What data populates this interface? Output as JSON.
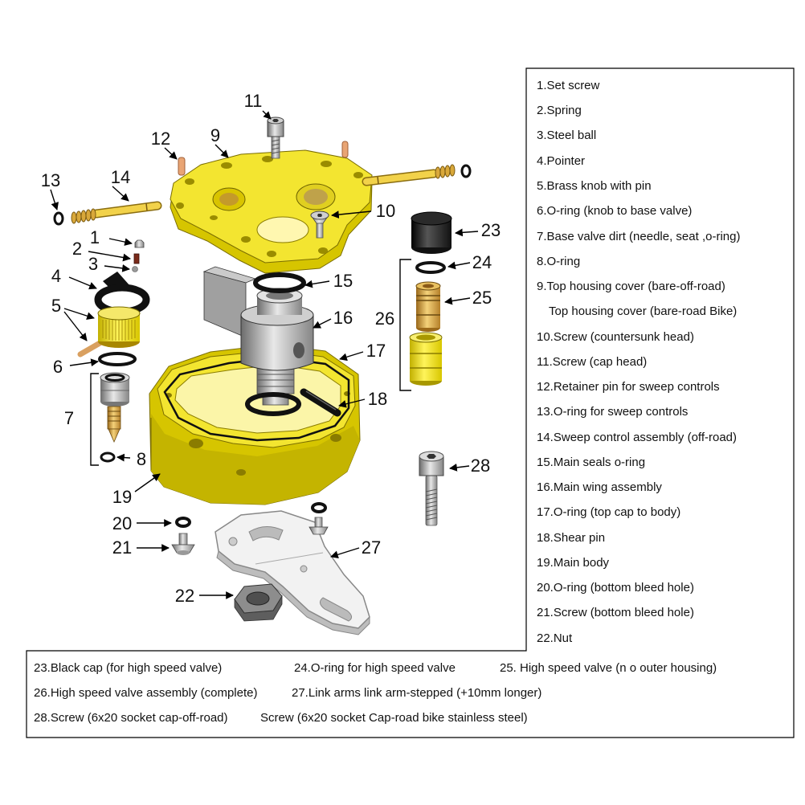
{
  "callouts": {
    "n1": "1",
    "n2": "2",
    "n3": "3",
    "n4": "4",
    "n5": "5",
    "n6": "6",
    "n7": "7",
    "n8": "8",
    "n9": "9",
    "n10": "10",
    "n11": "11",
    "n12": "12",
    "n13": "13",
    "n14": "14",
    "n15": "15",
    "n16": "16",
    "n17": "17",
    "n18": "18",
    "n19": "19",
    "n20": "20",
    "n21": "21",
    "n22": "22",
    "n23": "23",
    "n24": "24",
    "n25": "25",
    "n26": "26",
    "n27": "27",
    "n28": "28"
  },
  "legend": {
    "right": [
      "1.Set screw",
      "2.Spring",
      "3.Steel ball",
      "4.Pointer",
      "5.Brass knob with pin",
      "6.O-ring (knob to base valve)",
      "7.Base valve dirt (needle, seat ,o-ring)",
      "8.O-ring",
      "9.Top housing cover (bare-off-road)",
      "Top housing cover (bare-road Bike)",
      "10.Screw (countersunk head)",
      "11.Screw (cap head)",
      "12.Retainer pin for sweep controls",
      "13.O-ring for sweep controls",
      "14.Sweep control assembly (off-road)",
      "15.Main seals o-ring",
      "16.Main wing assembly",
      "17.O-ring (top cap to body)",
      "18.Shear pin",
      "19.Main body",
      "20.O-ring (bottom bleed hole)",
      "21.Screw (bottom bleed hole)",
      "22.Nut"
    ],
    "bottom": [
      "23.Black cap (for high speed valve)",
      "24.O-ring for high speed valve",
      "25. High speed valve (n o outer housing)",
      "26.High speed valve assembly (complete)",
      "27.Link arms link arm-stepped (+10mm longer)",
      "28.Screw (6x20 socket cap-off-road)",
      "Screw (6x20 socket Cap-road bike stainless steel)"
    ]
  },
  "colors": {
    "housing-yellow": "#f3e530",
    "housing-yellow-dark": "#d6c500",
    "rubber": "#111111",
    "brass": "#d9a640",
    "steel": "#a9a9a9",
    "link-arm": "#f2f2f2"
  }
}
